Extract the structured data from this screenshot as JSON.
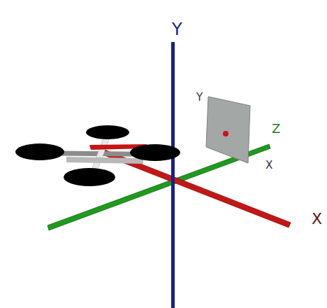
{
  "diagram": {
    "labels": [
      "Y",
      "Y",
      "Z",
      "X",
      "X"
    ]
  }
}
